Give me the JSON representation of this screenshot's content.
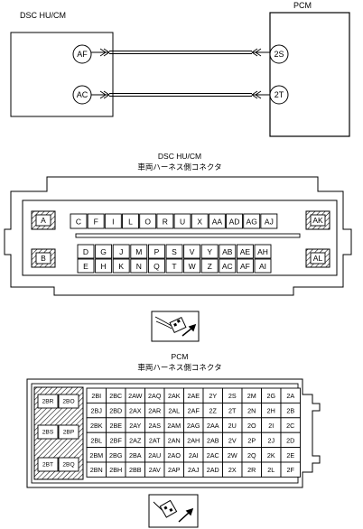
{
  "schematic": {
    "left_unit": "DSC HU/CM",
    "right_unit": "PCM",
    "wires": [
      {
        "from": "AF",
        "to": "2S"
      },
      {
        "from": "AC",
        "to": "2T"
      }
    ]
  },
  "dsc_connector": {
    "title_line1": "DSC HU/CM",
    "title_line2": "車両ハーネス側コネクタ",
    "side_left_top": "A",
    "side_left_bottom": "B",
    "side_right_top": "AK",
    "side_right_bottom": "AL",
    "top_row": [
      "C",
      "F",
      "I",
      "L",
      "O",
      "R",
      "U",
      "X",
      "AA",
      "AD",
      "AG",
      "AJ"
    ],
    "mid_row": [
      "D",
      "G",
      "J",
      "M",
      "P",
      "S",
      "V",
      "Y",
      "AB",
      "AE",
      "AH"
    ],
    "bottom_row": [
      "E",
      "H",
      "K",
      "N",
      "Q",
      "T",
      "W",
      "Z",
      "AC",
      "AF",
      "AI"
    ]
  },
  "pcm_connector": {
    "title_line1": "PCM",
    "title_line2": "車両ハーネス側コネクタ",
    "left_block": [
      [
        "2BR",
        "2BO"
      ],
      [
        "2BS",
        "2BP"
      ],
      [
        "2BT",
        "2BQ"
      ]
    ],
    "grid": [
      [
        "2BI",
        "2BC",
        "2AW",
        "2AQ",
        "2AK",
        "2AE",
        "2Y",
        "2S",
        "2M",
        "2G",
        "2A"
      ],
      [
        "2BJ",
        "2BD",
        "2AX",
        "2AR",
        "2AL",
        "2AF",
        "2Z",
        "2T",
        "2N",
        "2H",
        "2B"
      ],
      [
        "2BK",
        "2BE",
        "2AY",
        "2AS",
        "2AM",
        "2AG",
        "2AA",
        "2U",
        "2O",
        "2I",
        "2C"
      ],
      [
        "2BL",
        "2BF",
        "2AZ",
        "2AT",
        "2AN",
        "2AH",
        "2AB",
        "2V",
        "2P",
        "2J",
        "2D"
      ],
      [
        "2BM",
        "2BG",
        "2BA",
        "2AU",
        "2AO",
        "2AI",
        "2AC",
        "2W",
        "2Q",
        "2K",
        "2E"
      ],
      [
        "2BN",
        "2BH",
        "2BB",
        "2AV",
        "2AP",
        "2AJ",
        "2AD",
        "2X",
        "2R",
        "2L",
        "2F"
      ]
    ]
  }
}
